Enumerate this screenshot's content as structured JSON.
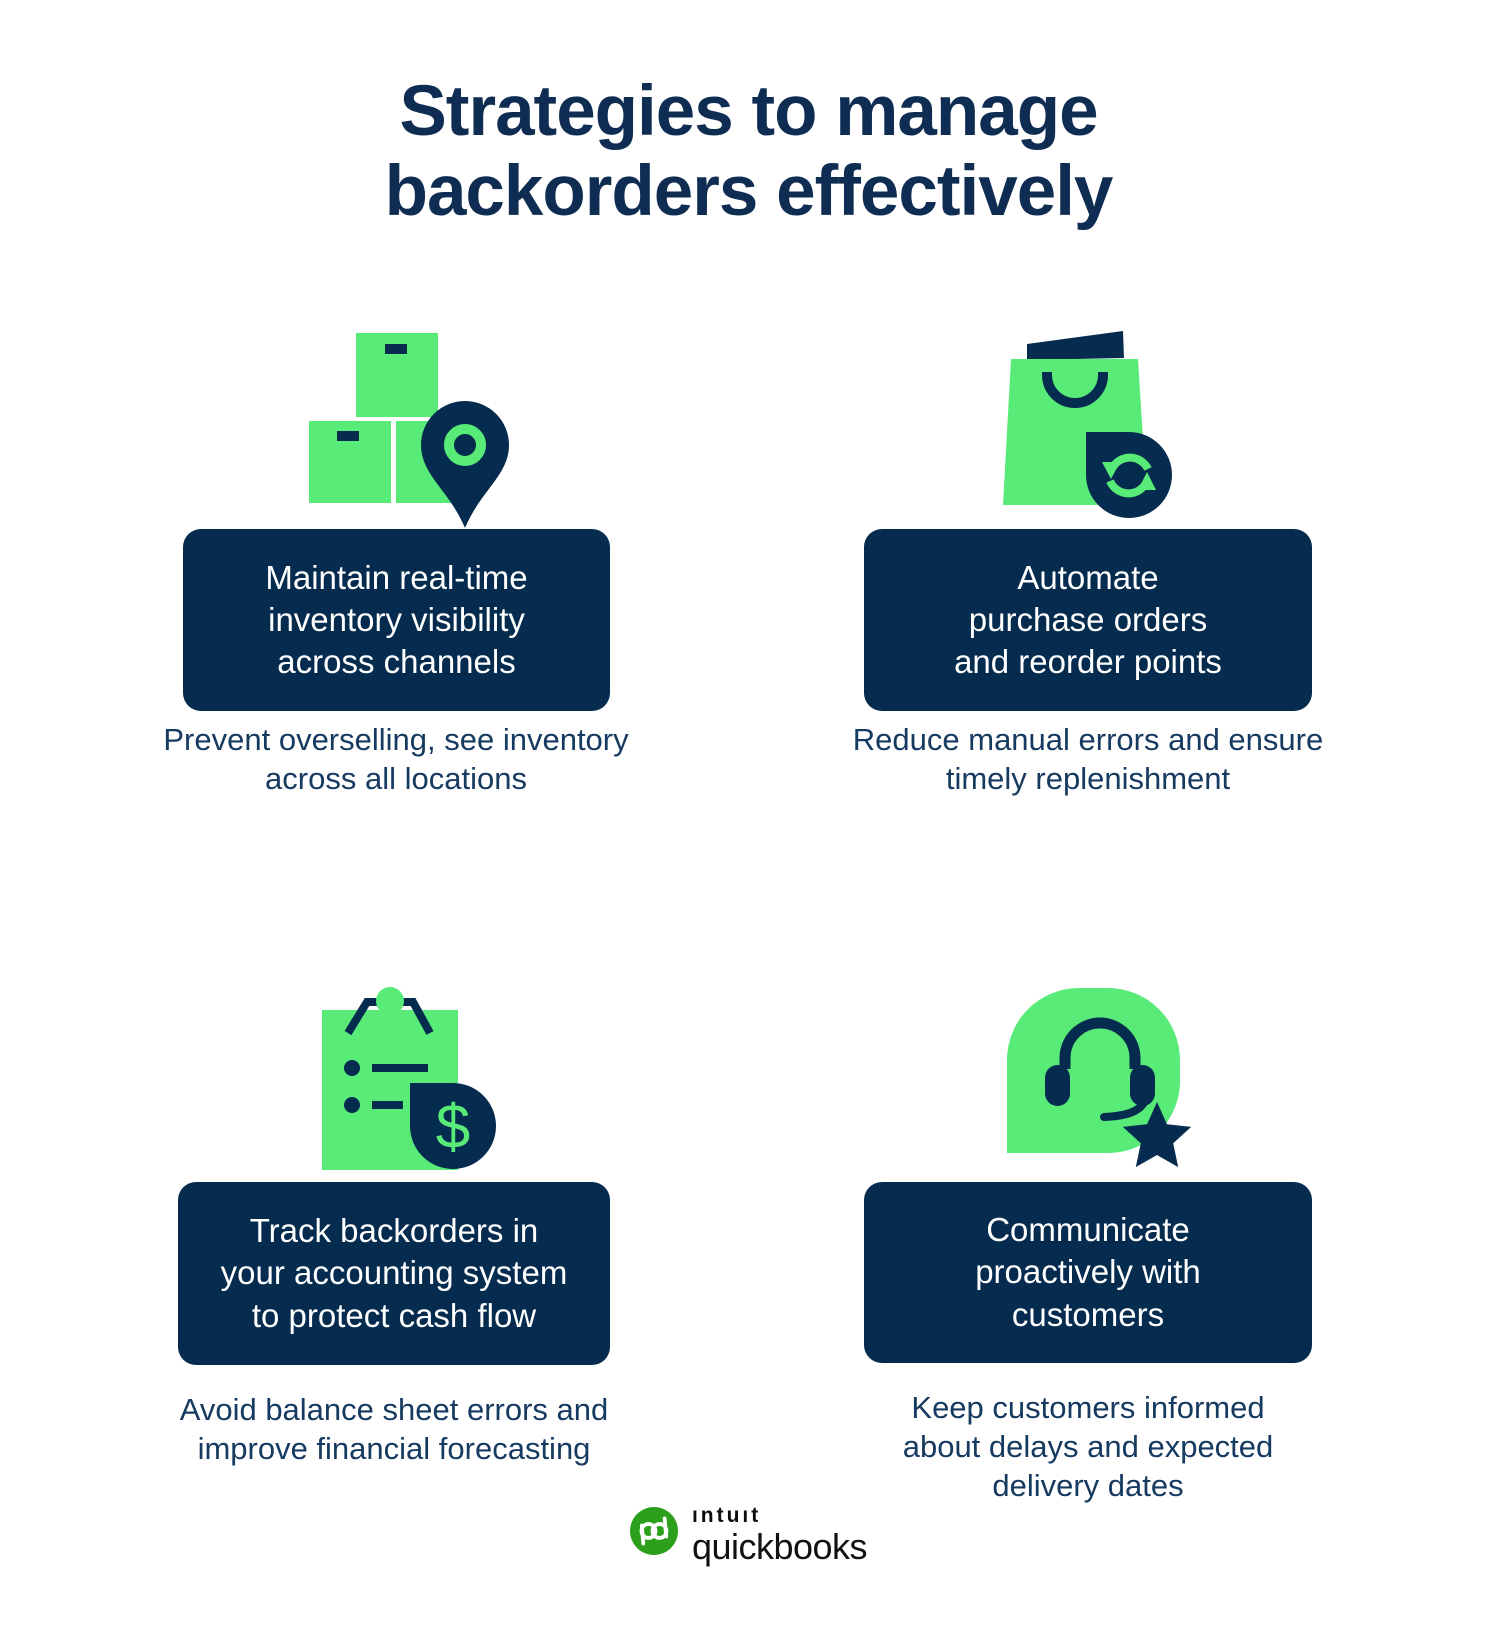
{
  "title": "Strategies to manage\nbackorders effectively",
  "colors": {
    "accent_green": "#58eb78",
    "navy": "#052b4e",
    "title_navy": "#0f2c52",
    "subtitle_navy": "#163a60",
    "logo_green": "#2ca01c",
    "background": "#ffffff"
  },
  "strategies": [
    {
      "icon": "inventory-boxes-location-icon",
      "card": "Maintain real-time\ninventory visibility\nacross channels",
      "subtitle": "Prevent overselling, see inventory\nacross all locations"
    },
    {
      "icon": "shopping-bag-refresh-icon",
      "card": "Automate\npurchase orders\nand reorder points",
      "subtitle": "Reduce manual errors and ensure\ntimely replenishment"
    },
    {
      "icon": "clipboard-dollar-icon",
      "card": "Track backorders in\nyour accounting system\nto protect cash flow",
      "subtitle": "Avoid balance sheet errors and\nimprove financial forecasting"
    },
    {
      "icon": "support-chat-star-icon",
      "card": "Communicate\nproactively with\ncustomers",
      "subtitle": "Keep customers informed\nabout delays and expected\ndelivery dates"
    }
  ],
  "footer": {
    "brand_top": "ıntuıt",
    "brand_bottom": "quickbooks"
  }
}
